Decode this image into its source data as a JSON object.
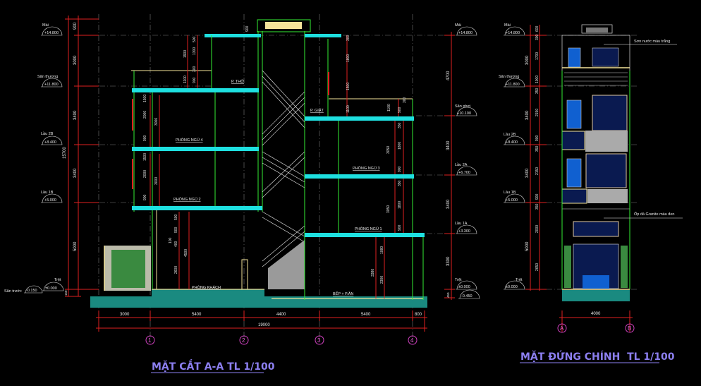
{
  "section": {
    "title": "MẶT CẮT A-A TL 1/100",
    "levels_left": [
      {
        "name": "Mái",
        "value": "+14.800"
      },
      {
        "name": "Sân thượng",
        "value": "+11.800"
      },
      {
        "name": "Lầu 2B",
        "value": "+8.400"
      },
      {
        "name": "Lầu 1B",
        "value": "+5.000"
      },
      {
        "name": "Trệt",
        "value": "±0.000"
      },
      {
        "name": "Sân trước",
        "value": "-0.150"
      }
    ],
    "levels_right": [
      {
        "name": "Mái",
        "value": "+14.800"
      },
      {
        "name": "Sân phơi",
        "value": "+10.100"
      },
      {
        "name": "Lầu 2A",
        "value": "+6.700"
      },
      {
        "name": "Lầu 1A",
        "value": "+3.300"
      },
      {
        "name": "Trệt",
        "value": "±0.000"
      },
      {
        "name": "",
        "value": "-0.450"
      }
    ],
    "total_height": "15700",
    "dims_left": [
      "900",
      "3000",
      "3400",
      "3400",
      "5000",
      "150"
    ],
    "dims_right": [
      "4700",
      "3400",
      "3400",
      "3300",
      "450"
    ],
    "inner_dims": [
      "1900",
      "1300",
      "500",
      "1100",
      "900",
      "200",
      "1500",
      "2000",
      "900",
      "3000",
      "1500",
      "2000",
      "900",
      "3000",
      "500",
      "900",
      "100",
      "400",
      "4500",
      "2600",
      "900",
      "300",
      "1800",
      "1500",
      "1100",
      "1100",
      "900",
      "300",
      "350",
      "1800",
      "900",
      "3050",
      "350",
      "1800",
      "900",
      "3050",
      "1080",
      "3380",
      "2300"
    ],
    "rooms": [
      "P. THỜ",
      "P. GIẶT",
      "PHÒNG NGỦ 4",
      "PHÒNG NGỦ 3",
      "PHÒNG NGỦ 2",
      "PHÒNG NGỦ 1",
      "PHÒNG KHÁCH",
      "BẾP + P.ĂN"
    ],
    "bottom_dims": [
      "3000",
      "5400",
      "4400",
      "5400",
      "800"
    ],
    "total_length": "19000",
    "axes": [
      "1",
      "2",
      "3",
      "4"
    ]
  },
  "elevation": {
    "title": "MẶT ĐỨNG CHÍNH  TL 1/100",
    "levels": [
      {
        "name": "Mái",
        "value": "+14.800"
      },
      {
        "name": "Sân thượng",
        "value": "+11.800"
      },
      {
        "name": "Lầu 2B",
        "value": "+8.400"
      },
      {
        "name": "Lầu 1B",
        "value": "+5.000"
      },
      {
        "name": "Trệt",
        "value": "±0.000"
      }
    ],
    "dims_outer": [
      "3000",
      "3400",
      "3400",
      "5000"
    ],
    "dims_inner": [
      "600",
      "300",
      "1700",
      "1000",
      "350",
      "2150",
      "900",
      "350",
      "2150",
      "900",
      "350",
      "2000",
      "2650"
    ],
    "notes": [
      "Sơn nước màu trắng",
      "Ốp đá Granite màu đen"
    ],
    "width": "4000",
    "axes": [
      "A",
      "B"
    ]
  },
  "colors": {
    "background": "#000000",
    "dimension": "#e02020",
    "slab": "#1ee0e0",
    "wall": "#33ee33",
    "title": "#8c7ff0",
    "glass": "#1060d0"
  }
}
